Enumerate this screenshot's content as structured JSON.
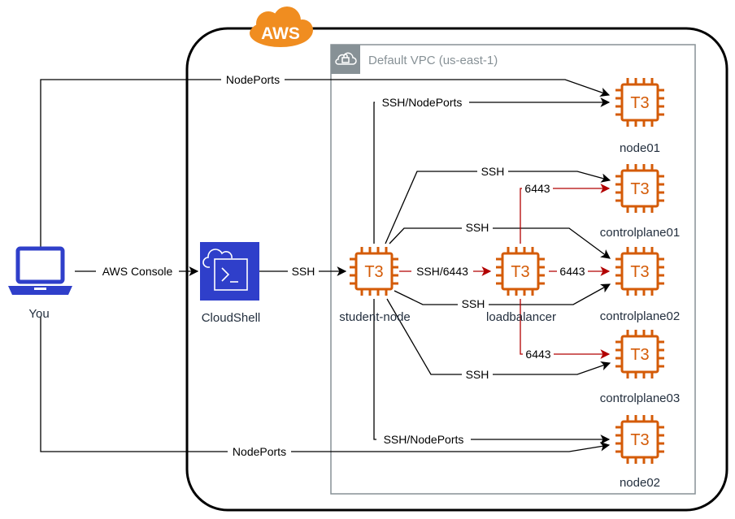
{
  "cloud": {
    "label": "AWS"
  },
  "vpc": {
    "label": "Default VPC (us-east-1)"
  },
  "user": {
    "label": "You"
  },
  "cloudshell": {
    "label": "CloudShell"
  },
  "instances": {
    "student_node": {
      "type": "T3",
      "label": "student-node"
    },
    "loadbalancer": {
      "type": "T3",
      "label": "loadbalancer"
    },
    "node01": {
      "type": "T3",
      "label": "node01"
    },
    "controlplane01": {
      "type": "T3",
      "label": "controlplane01"
    },
    "controlplane02": {
      "type": "T3",
      "label": "controlplane02"
    },
    "controlplane03": {
      "type": "T3",
      "label": "controlplane03"
    },
    "node02": {
      "type": "T3",
      "label": "node02"
    }
  },
  "edges": {
    "you_cloudshell": "AWS Console",
    "cloudshell_student": "SSH",
    "you_node01": "NodePorts",
    "you_node02": "NodePorts",
    "student_node01": "SSH/NodePorts",
    "student_node02": "SSH/NodePorts",
    "student_cp01": "SSH",
    "student_cp02_upper": "SSH",
    "student_cp02_lower": "SSH",
    "student_cp03": "SSH",
    "student_lb": "SSH/6443",
    "lb_cp01": "6443",
    "lb_cp02": "6443",
    "lb_cp03": "6443"
  },
  "colors": {
    "ec2_orange": "#d45b07",
    "aws_orange": "#f08d20",
    "cloudshell_blue": "#2f3fca",
    "vpc_border": "#879196",
    "api_red": "#b20000"
  }
}
